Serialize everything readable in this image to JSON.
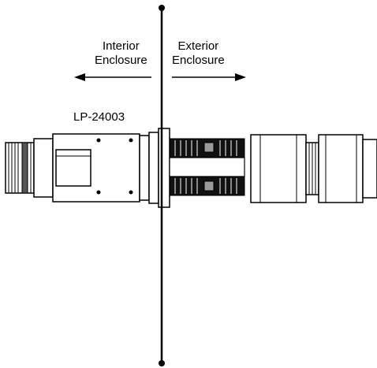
{
  "labels": {
    "interior": "Interior\nEnclosure",
    "exterior": "Exterior\nEnclosure",
    "part_number": "LP-24003"
  },
  "colors": {
    "line": "#000000",
    "background": "#ffffff",
    "connector_body": "#ffffff",
    "thread_fill": "#111111",
    "highlight_gray": "#9a9a9a"
  },
  "icons": {
    "direction_left": "arrow-left-icon",
    "direction_right": "arrow-right-icon"
  }
}
